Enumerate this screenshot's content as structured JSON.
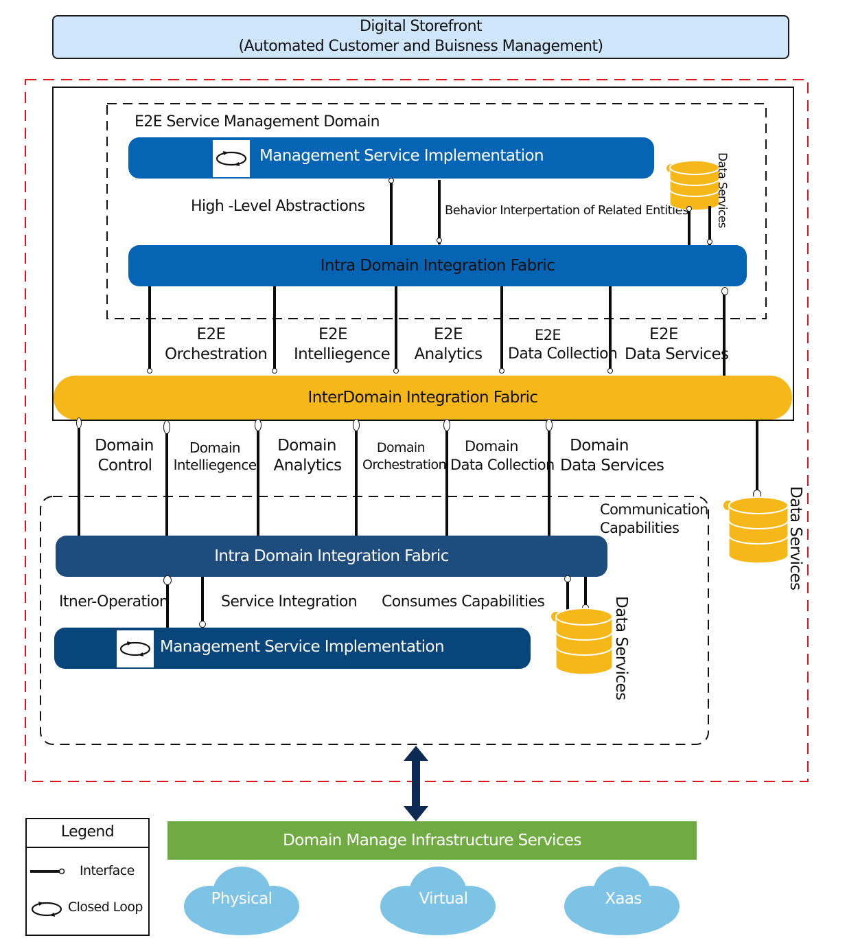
{
  "storefront": {
    "line1": "Digital Storefront",
    "line2": "(Automated Customer and Buisness Management)"
  },
  "e2e_domain": {
    "title": "E2E Service Management Domain",
    "mgmt_impl": "Management Service Implementation",
    "high_level": "High -Level Abstractions",
    "behavior": "Behavior Interpertation of Related Entities",
    "data_services": "Data Services",
    "intra_fabric": "Intra Domain Integration Fabric"
  },
  "e2e_interfaces": [
    {
      "l1": "E2E",
      "l2": "Orchestration"
    },
    {
      "l1": "E2E",
      "l2": "Intelliegence"
    },
    {
      "l1": "E2E",
      "l2": "Analytics"
    },
    {
      "l1": "E2E",
      "l2": "Data Collection"
    },
    {
      "l1": "E2E",
      "l2": "Data Services"
    }
  ],
  "inter_fabric": "InterDomain Integration Fabric",
  "domain_interfaces": [
    {
      "l1": "Domain",
      "l2": "Control"
    },
    {
      "l1": "Domain",
      "l2": "Intelliegence"
    },
    {
      "l1": "Domain",
      "l2": "Analytics"
    },
    {
      "l1": "Domain",
      "l2": "Orchestration"
    },
    {
      "l1": "Domain",
      "l2": "Data Collection"
    },
    {
      "l1": "Domain",
      "l2": "Data Services"
    }
  ],
  "right_data_services": "Data Services",
  "domain": {
    "comm_l1": "Communication",
    "comm_l2": "Capabilities",
    "intra_fabric": "Intra Domain Integration Fabric",
    "inter_operation": "Itner-Operation",
    "service_integration": "Service Integration",
    "consumes": "Consumes Capabilities",
    "mgmt_impl": "Management Service Implementation",
    "data_services": "Data Services"
  },
  "infrastructure": "Domain Manage Infrastructure Services",
  "clouds": [
    "Physical",
    "Virtual",
    "Xaas"
  ],
  "legend": {
    "title": "Legend",
    "interface": "Interface",
    "closed_loop": "Closed Loop"
  },
  "colors": {
    "storefront": "#cfe6fb",
    "blue_bar": "#0565b4",
    "navy_bar": "#1e4c7c",
    "dark_navy_bar": "#08457a",
    "yellow": "#f6b818",
    "green": "#6fab42",
    "cloud": "#7cc3e6",
    "red_dash": "#e0141e"
  }
}
